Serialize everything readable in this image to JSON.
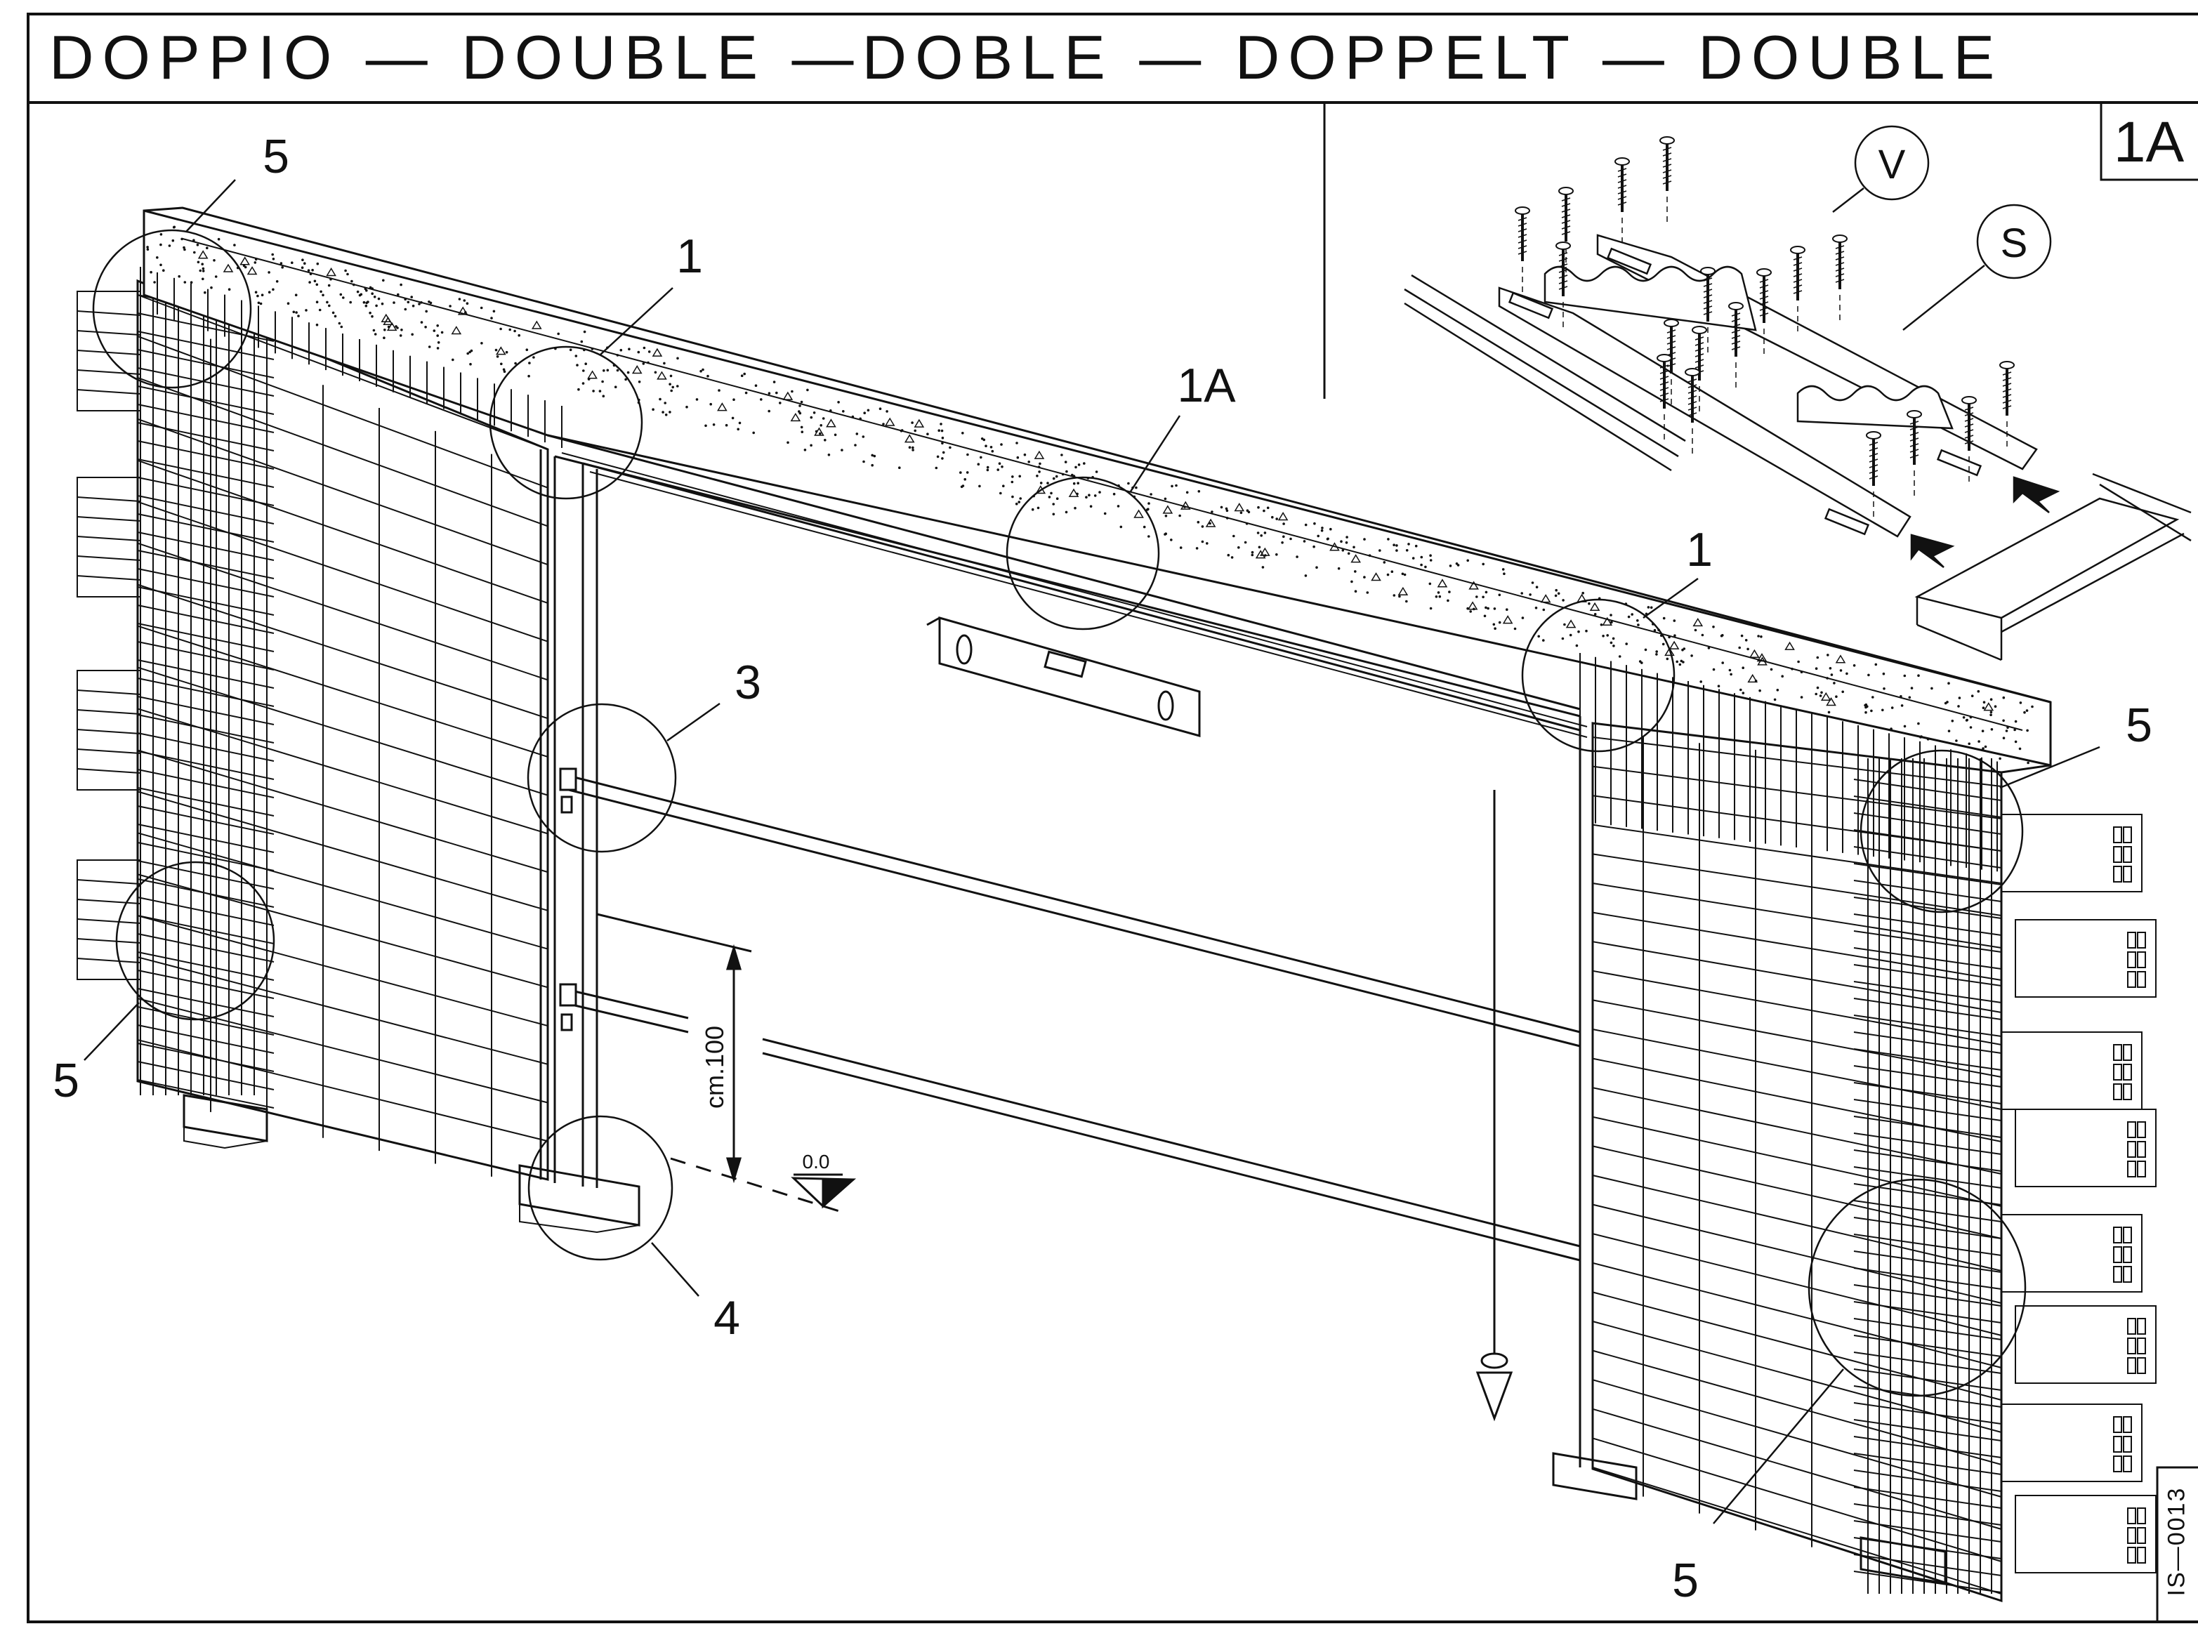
{
  "sheet": {
    "title": "DOPPIO — DOUBLE —DOBLE — DOPPELT — DOUBLE",
    "detail_tag": "1A",
    "drawing_code": "IS—0013"
  },
  "callouts": {
    "c5_top_left": "5",
    "c1_left": "1",
    "c1a": "1A",
    "c3": "3",
    "c1_right": "1",
    "c5_right": "5",
    "c5_left": "5",
    "c4": "4",
    "c5_bottom": "5"
  },
  "detail": {
    "screw_label": "V",
    "profile_label": "S"
  },
  "dimensions": {
    "height_label": "cm.100",
    "level_label": "0.0"
  }
}
